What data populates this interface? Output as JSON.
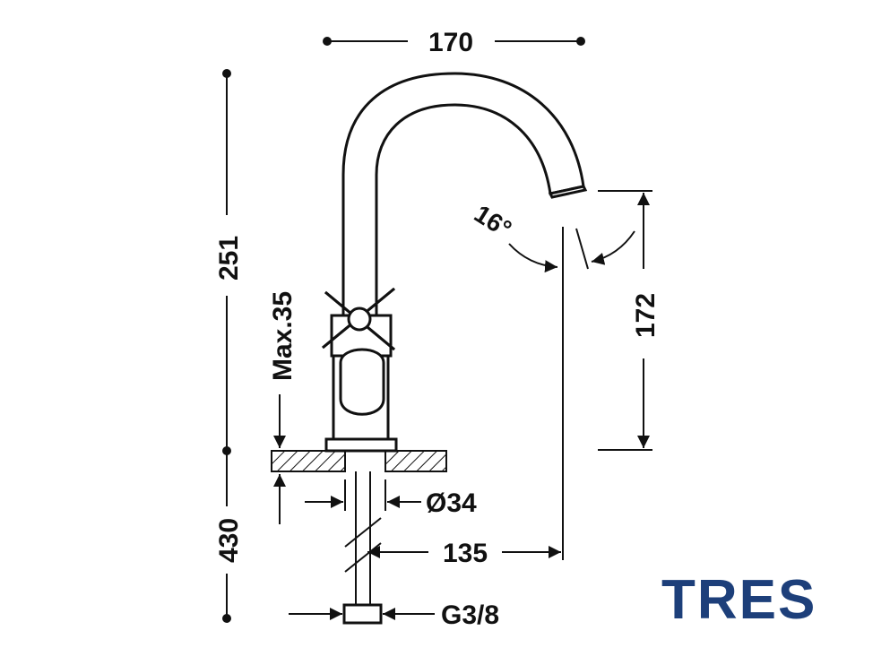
{
  "dimensions": {
    "top_width": "170",
    "total_height": "251",
    "max_thickness": "Max.35",
    "spout_height": "172",
    "angle": "16°",
    "hole_diameter": "Ø34",
    "reach": "135",
    "hose_length": "430",
    "thread": "G3/8"
  },
  "brand": {
    "name": "TRES",
    "color": "#1d3f7a"
  }
}
